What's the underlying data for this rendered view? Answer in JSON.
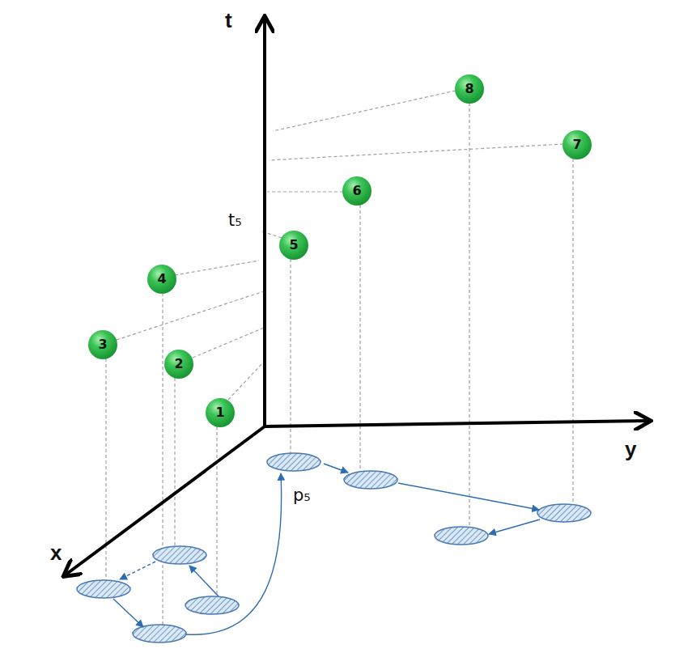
{
  "diagram": {
    "nodes": [
      {
        "text": [
          "1"
        ]
      },
      {
        "text": [
          "2"
        ]
      },
      {
        "text": [
          "3"
        ]
      },
      {
        "text": [
          "4"
        ]
      },
      {
        "text": [
          "5"
        ]
      },
      {
        "text": [
          "6"
        ]
      },
      {
        "text": [
          "7"
        ]
      },
      {
        "text": [
          "8"
        ]
      }
    ],
    "labels": [
      "t",
      "y",
      "x",
      "t₅",
      "p₅"
    ]
  }
}
